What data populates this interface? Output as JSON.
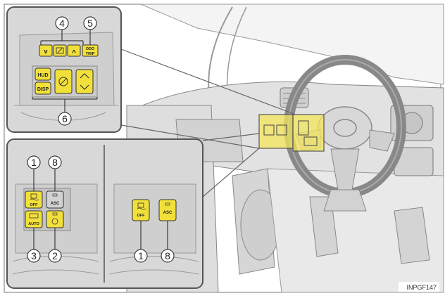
{
  "figure_id": "INPGF147",
  "colors": {
    "button_yellow": "#f2e03a",
    "highlight_yellow": "#f3e55a",
    "panel_bg": "#d8d8d8",
    "panel_border": "#555555",
    "scene_bg": "#e6e6e6",
    "line_gray": "#8a8a8a"
  },
  "top_panel": {
    "callouts": [
      "4",
      "5",
      "6"
    ],
    "buttons": {
      "down": "v",
      "up": "^",
      "odo_line1": "ODO",
      "odo_line2": "TRIP",
      "hud": "HUD",
      "disp": "DISP"
    },
    "icons": [
      "chevron-down-icon",
      "settings-icon",
      "chevron-up-icon",
      "steering-wheel-settings-icon",
      "chevron-up-down-icon"
    ]
  },
  "bottom_left_panel": {
    "callouts": [
      "1",
      "8",
      "3",
      "2"
    ],
    "buttons": {
      "vsc_off": "OFF",
      "asc": "ASC",
      "ehv_auto": "AUTO"
    },
    "icons": [
      "skid-car-icon",
      "heater-icon",
      "seat-heater-icon"
    ]
  },
  "bottom_right_panel": {
    "callouts": [
      "1",
      "8"
    ],
    "buttons": {
      "vsc_off": "OFF",
      "asc": "ASC"
    },
    "icons": [
      "skid-car-icon"
    ]
  }
}
